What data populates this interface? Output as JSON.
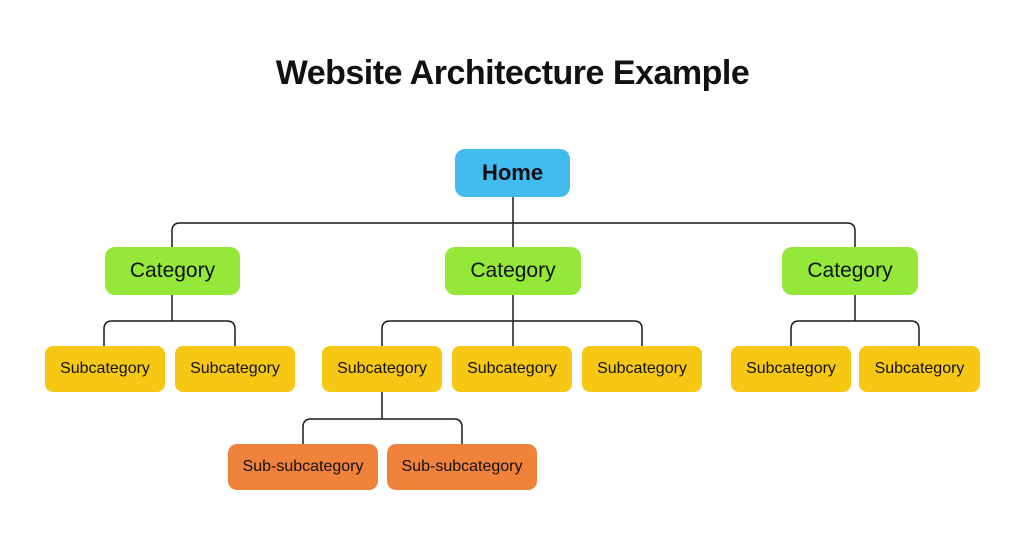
{
  "title": "Website Architecture Example",
  "tree": {
    "label": "Home",
    "level": "home",
    "children": [
      {
        "label": "Category",
        "level": "category",
        "children": [
          {
            "label": "Subcategory",
            "level": "subcategory"
          },
          {
            "label": "Subcategory",
            "level": "subcategory"
          }
        ]
      },
      {
        "label": "Category",
        "level": "category",
        "children": [
          {
            "label": "Subcategory",
            "level": "subcategory",
            "children": [
              {
                "label": "Sub-subcategory",
                "level": "sub-subcategory"
              },
              {
                "label": "Sub-subcategory",
                "level": "sub-subcategory"
              }
            ]
          },
          {
            "label": "Subcategory",
            "level": "subcategory"
          },
          {
            "label": "Subcategory",
            "level": "subcategory"
          }
        ]
      },
      {
        "label": "Category",
        "level": "category",
        "children": [
          {
            "label": "Subcategory",
            "level": "subcategory"
          },
          {
            "label": "Subcategory",
            "level": "subcategory"
          }
        ]
      }
    ]
  },
  "colors": {
    "home_fill": "#42BBEE",
    "category_fill": "#93E83A",
    "subcategory_fill": "#F7C813",
    "sub_subcategory_fill": "#F0823C",
    "text": "#111111",
    "connector": "#1A1A1A",
    "background": "#FFFFFF"
  }
}
